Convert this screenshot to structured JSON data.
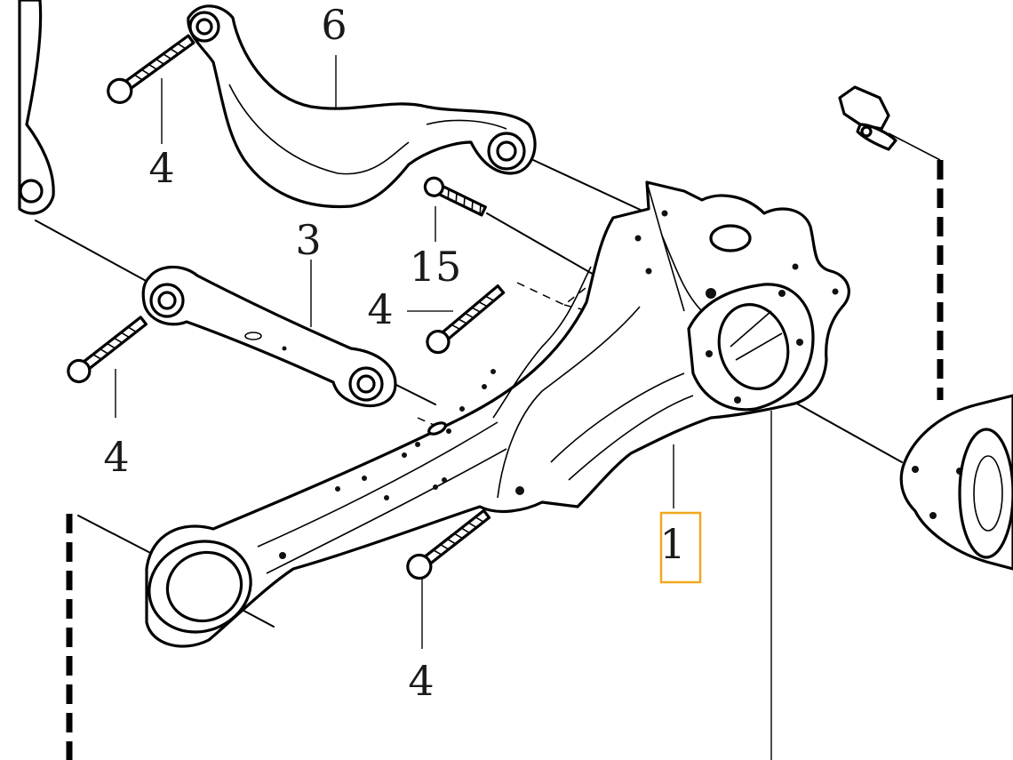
{
  "callouts": [
    {
      "id": "6",
      "text": "6"
    },
    {
      "id": "4a",
      "text": "4"
    },
    {
      "id": "3",
      "text": "3"
    },
    {
      "id": "15",
      "text": "15"
    },
    {
      "id": "4b",
      "text": "4"
    },
    {
      "id": "4c",
      "text": "4"
    },
    {
      "id": "1",
      "text": "1",
      "highlighted": true
    },
    {
      "id": "4d",
      "text": "4"
    }
  ],
  "colors": {
    "line": "#000000",
    "highlight_box": "#f0a81e",
    "background": "#ffffff"
  }
}
